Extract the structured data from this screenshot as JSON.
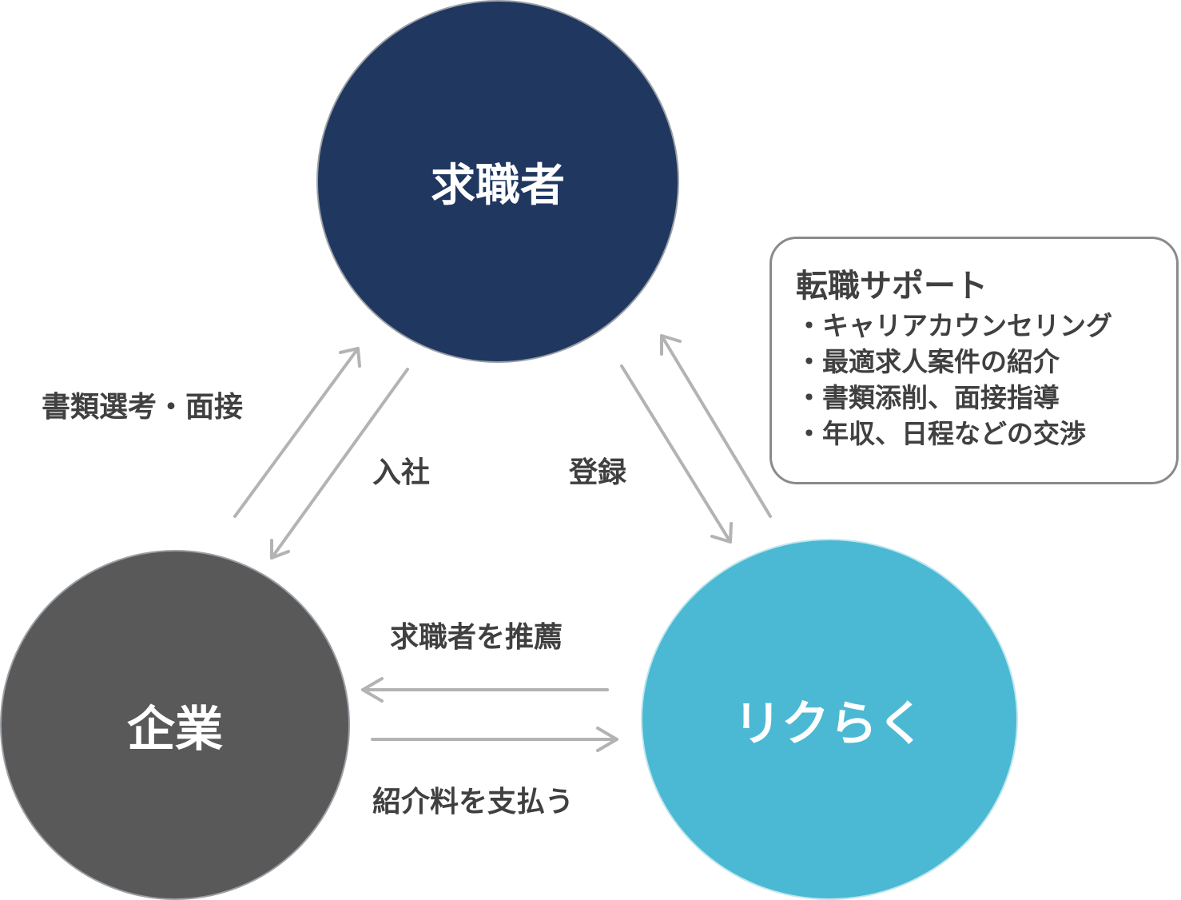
{
  "nodes": {
    "seeker": "求職者",
    "company": "企業",
    "rikuraku": "リクらく"
  },
  "edges": {
    "screening": "書類選考・面接",
    "join": "入社",
    "register": "登録",
    "recommend": "求職者を推薦",
    "fee": "紹介料を支払う"
  },
  "support": {
    "title": "転職サポート",
    "items": [
      "・キャリアカウンセリング",
      "・最適求人案件の紹介",
      "・書類添削、面接指導",
      "・年収、日程などの交渉"
    ]
  },
  "colors": {
    "seeker": "#203760",
    "company": "#595959",
    "rikuraku": "#4bb9d3",
    "arrow": "#b3b3b3",
    "text": "#404040"
  }
}
